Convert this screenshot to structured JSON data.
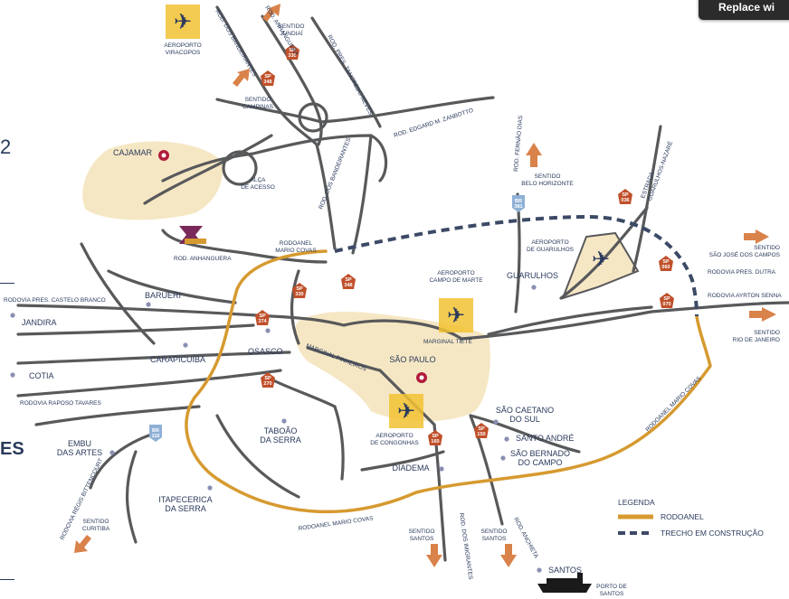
{
  "ui": {
    "replace_button": "Replace wi",
    "left_fragment_1": "2",
    "left_fragment_2": "ES"
  },
  "colors": {
    "road": "#58595b",
    "rodoanel": "#d69a30",
    "construction": "#3c4a66",
    "urban": "#f6e7c4",
    "arrow": "#d9824a",
    "badge_sp": "#c0502a",
    "badge_br": "#8fb0d6",
    "text": "#2a3a5c",
    "pin": "#b01c3c",
    "airport": "#f2c233"
  },
  "legend": {
    "title": "LEGENDA",
    "rodoanel": "RODOANEL",
    "construction": "TRECHO EM CONSTRUÇÃO"
  },
  "airports": [
    {
      "name": "AEROPORTO\nVIRACOPOS"
    },
    {
      "name": "AEROPORTO\nCAMPO DE MARTE"
    },
    {
      "name": "AEROPORTO\nDE GUARULHOS"
    },
    {
      "name": "AEROPORTO\nDE CONGONHAS"
    }
  ],
  "directions": [
    {
      "text": "SENTIDO\nJUNDIAÍ"
    },
    {
      "text": "SENTIDO\nCAMPINAS"
    },
    {
      "text": "SENTIDO\nBELO HORIZONTE"
    },
    {
      "text": "SENTIDO\nSÃO JOSÉ DOS CAMPOS"
    },
    {
      "text": "SENTIDO\nRIO DE JANEIRO"
    },
    {
      "text": "SENTIDO\nCURITIBA"
    },
    {
      "text": "SENTIDO\nSANTOS"
    },
    {
      "text": "SENTIDO\nSANTOS"
    },
    {
      "text": "PORTO DE\nSANTOS"
    }
  ],
  "roads": [
    "ROD. DOS BANDEIRANTES",
    "ROD. ANHANGUERA",
    "ROD. PRES. TANCREDO NEVES",
    "ROD. EDGARD M. ZANBOTTO",
    "ROD. DOS BANDEIRANTES",
    "ROD. FERNÃO DIAS",
    "ESTRADA\nGUARULHOS-NAZARÉ",
    "RODOANEL\nMARIO COVAS",
    "ROD. ANHANGUERA",
    "RODOVIA PRES. CASTELO BRANCO",
    "RODOVIA PRES. DUTRA",
    "RODOVIA AYRTON SENNA",
    "MARGINAL PINHEIROS",
    "MARGINAL TIETÊ",
    "RODOVIA RAPOSO TAVARES",
    "RODOVIA RÉGIS BITTENCOURT",
    "RODOANEL MARIO COVAS",
    "RODOANEL MARIO COVAS",
    "ROD. DOS IMIGRANTES",
    "ROD. ANCHIETA",
    "ALÇA\nDE ACESSO"
  ],
  "cities": [
    "CAJAMAR",
    "BARUERI",
    "JANDIRA",
    "OSASCO",
    "CARAPICUÍBA",
    "COTIA",
    "GUARULHOS",
    "SÃO PAULO",
    "TABOÃO\nDA SERRA",
    "EMBU\nDAS ARTES",
    "ITAPECERICA\nDA SERRA",
    "DIADEMA",
    "SÃO CAETANO\nDO SUL",
    "SANTO ANDRÉ",
    "SÃO BERNADO\nDO CAMPO",
    "SANTOS"
  ],
  "badges": [
    {
      "top": "SP",
      "bottom": "330"
    },
    {
      "top": "SP",
      "bottom": "348"
    },
    {
      "top": "SP",
      "bottom": "330"
    },
    {
      "top": "SP",
      "bottom": "348"
    },
    {
      "top": "SP",
      "bottom": "374"
    },
    {
      "top": "SP",
      "bottom": "270"
    },
    {
      "top": "SP",
      "bottom": "160"
    },
    {
      "top": "SP",
      "bottom": "150"
    },
    {
      "top": "SP",
      "bottom": "036"
    },
    {
      "top": "SP",
      "bottom": "060"
    },
    {
      "top": "SP",
      "bottom": "070"
    },
    {
      "top": "BR",
      "bottom": "381"
    },
    {
      "top": "BR",
      "bottom": "116"
    }
  ]
}
